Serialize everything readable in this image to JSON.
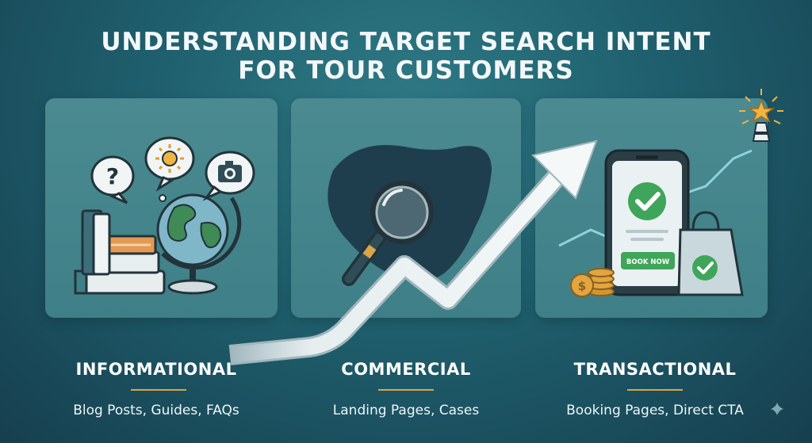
{
  "title": {
    "line1": "UNDERSTANDING TARGET SEARCH INTENT",
    "line2": "FOR TOUR CUSTOMERS"
  },
  "categories": [
    {
      "label": "INFORMATIONAL",
      "description": "Blog Posts, Guides, FAQs"
    },
    {
      "label": "COMMERCIAL",
      "description": "Landing Pages, Cases"
    },
    {
      "label": "TRANSACTIONAL",
      "description": "Booking Pages, Direct CTA"
    }
  ],
  "phone": {
    "button_label": "BOOK NOW"
  },
  "colors": {
    "background": "#1f5f6d",
    "panel": "#4a8a90",
    "accent_rule": "#d9a54a",
    "check_green": "#3fa55a",
    "coin_gold": "#e2a540"
  },
  "icons": [
    "question-bubble-icon",
    "sun-bubble-icon",
    "camera-bubble-icon",
    "books-icon",
    "globe-icon",
    "magnifier-icon",
    "growth-arrow-icon",
    "smartphone-icon",
    "checkmark-icon",
    "shopping-bag-icon",
    "coins-icon",
    "lighthouse-star-icon",
    "sparkle-icon"
  ]
}
